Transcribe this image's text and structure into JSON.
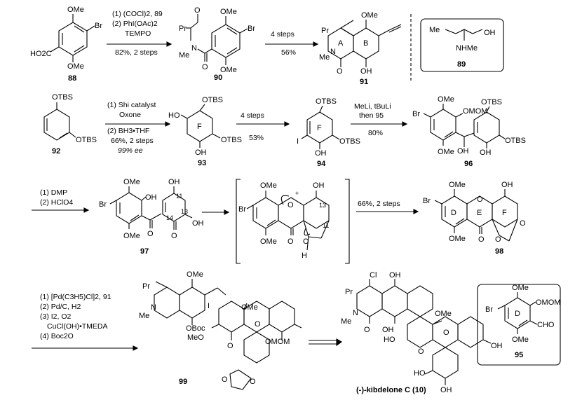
{
  "compounds": [
    {
      "id": "88",
      "label": "88"
    },
    {
      "id": "90",
      "label": "90"
    },
    {
      "id": "91",
      "label": "91"
    },
    {
      "id": "89",
      "label": "89"
    },
    {
      "id": "92",
      "label": "92"
    },
    {
      "id": "93",
      "label": "93"
    },
    {
      "id": "94",
      "label": "94"
    },
    {
      "id": "96",
      "label": "96"
    },
    {
      "id": "97",
      "label": "97"
    },
    {
      "id": "98",
      "label": "98"
    },
    {
      "id": "99",
      "label": "99"
    },
    {
      "id": "10",
      "label": "(-)-kibdelone C (10)"
    },
    {
      "id": "95",
      "label": "95"
    }
  ],
  "reactions": [
    {
      "id": "r1",
      "lines": [
        "(1) (COCl)2, 89",
        "(2) PhI(OAc)2",
        "TEMPO"
      ],
      "yield": "82%, 2 steps"
    },
    {
      "id": "r2",
      "lines": [
        "4 steps"
      ],
      "yield": "56%"
    },
    {
      "id": "r3",
      "lines": [
        "(1) Shi catalyst",
        "Oxone",
        "(2) BH3•THF",
        "66%, 2 steps",
        "99% ee"
      ],
      "yield": ""
    },
    {
      "id": "r4",
      "lines": [
        "4 steps"
      ],
      "yield": "53%"
    },
    {
      "id": "r5",
      "lines": [
        "MeLi, tBuLi",
        "then 95"
      ],
      "yield": "80%"
    },
    {
      "id": "r6",
      "lines": [
        "(1) DMP",
        "(2) HClO4"
      ],
      "yield": ""
    },
    {
      "id": "r7",
      "lines": [
        "66%, 2 steps"
      ],
      "yield": ""
    },
    {
      "id": "r8",
      "lines": [
        "(1) [Pd(C3H5)Cl]2, 91",
        "(2) Pd/C, H2",
        "(3) I2, O2",
        "CuCl(OH)•TMEDA",
        "(4) Boc2O"
      ],
      "yield": ""
    }
  ],
  "atom_labels": {
    "c88": [
      "OMe",
      "Br",
      "HO2C",
      "OMe"
    ],
    "c90": [
      "O",
      "Pr",
      "OMe",
      "Br",
      "N",
      "Me",
      "O",
      "OMe"
    ],
    "c91": [
      "OMe",
      "Pr",
      "N",
      "Me",
      "A",
      "B",
      "O",
      "OH"
    ],
    "c89": [
      "Me",
      "OH",
      "NHMe"
    ],
    "c92": [
      "OTBS",
      "OTBS"
    ],
    "c93": [
      "OTBS",
      "HO",
      "F",
      "OH",
      "OTBS"
    ],
    "c94": [
      "OTBS",
      "I",
      "F",
      "OH",
      "OTBS"
    ],
    "c96": [
      "OMe",
      "Br",
      "OMOM",
      "OTBS",
      "OMe",
      "OH",
      "OH",
      "OTBS"
    ],
    "c97": [
      "OMe",
      "Br",
      "OH",
      "OH",
      "11",
      "13",
      "14",
      "OH",
      "OMe",
      "O",
      "O"
    ],
    "int": [
      "OMe",
      "+",
      "O",
      "OH",
      "13",
      "Br",
      "11",
      "OMe",
      "O",
      "O",
      "H"
    ],
    "c98": [
      "OMe",
      "OH",
      "Br",
      "D",
      "E",
      "F",
      "O",
      "OMe",
      "O",
      "O",
      "O"
    ],
    "c99": [
      "OMe",
      "Pr",
      "N",
      "Me",
      "I",
      "OMe",
      "OBoc",
      "MeO",
      "O",
      "O",
      "OMOM",
      "O",
      "O"
    ],
    "c10": [
      "Cl",
      "OH",
      "Pr",
      "N",
      "Me",
      "O",
      "OMe",
      "OH",
      "HO",
      "O",
      "OH",
      "O",
      "HO",
      "OH"
    ],
    "c95": [
      "OMe",
      "Br",
      "OMOM",
      "D",
      "CHO",
      "OMe"
    ]
  }
}
